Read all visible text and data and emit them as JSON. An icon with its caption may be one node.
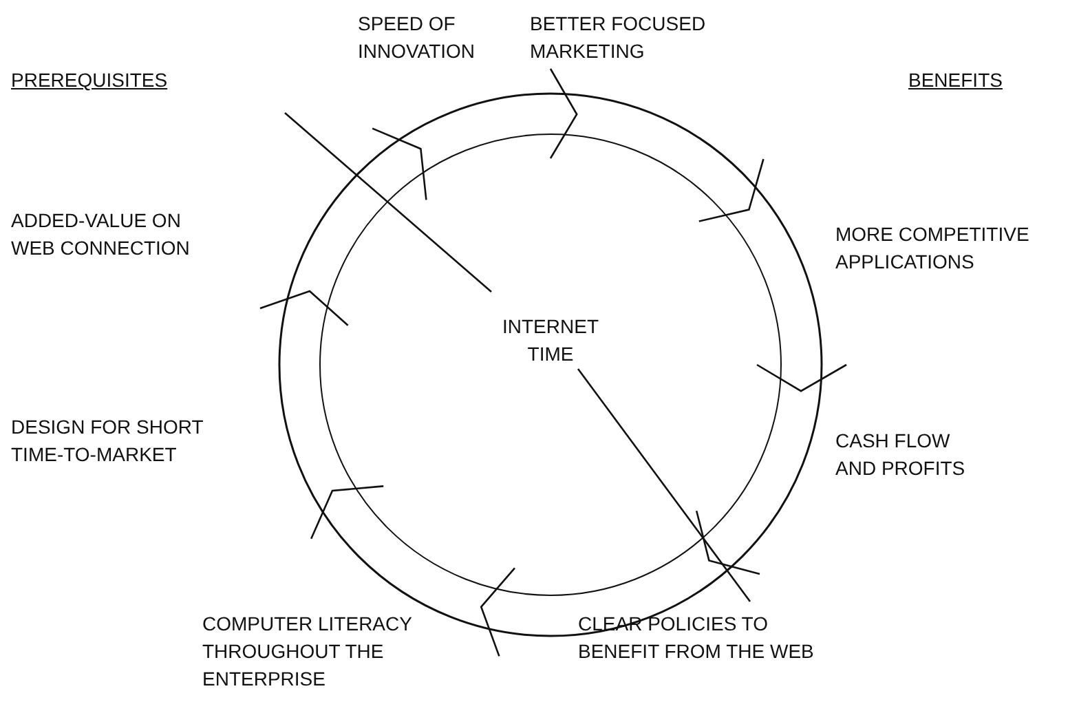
{
  "diagram": {
    "nodes": [
      {
        "text": [
          "INTERNET TIME"
        ]
      }
    ],
    "labels": [
      "SPEED OF INNOVATION",
      "BETTER FOCUSED MARKETING",
      "PREREQUISITES",
      "BENEFITS",
      "ADDED-VALUE ON WEB CONNECTION",
      "MORE COMPETITIVE APPLICATIONS",
      "DESIGN FOR SHORT TIME-TO-MARKET",
      "CASH FLOW AND PROFITS",
      "COMPUTER LITERACY THROUGHOUT THE ENTERPRISE",
      "CLEAR POLICIES TO BENEFIT FROM THE WEB"
    ]
  }
}
